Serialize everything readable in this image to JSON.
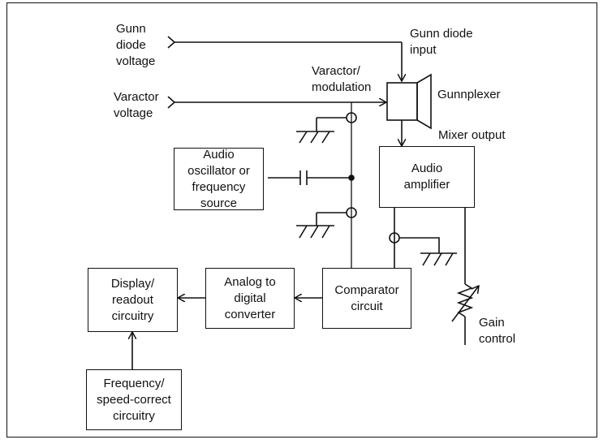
{
  "labels": {
    "gunn_diode_voltage": "Gunn\ndiode\nvoltage",
    "varactor_voltage": "Varactor\nvoltage",
    "gunn_diode_input": "Gunn diode\ninput",
    "varactor_modulation": "Varactor/\nmodulation",
    "gunnplexer": "Gunnplexer",
    "mixer_output": "Mixer output",
    "gain_control": "Gain\ncontrol"
  },
  "blocks": {
    "audio_oscillator": "Audio\noscillator or\nfrequency\nsource",
    "audio_amplifier": "Audio\namplifier",
    "comparator": "Comparator\ncircuit",
    "adc": "Analog to\ndigital\nconverter",
    "display": "Display/\nreadout\ncircuitry",
    "frequency_correct": "Frequency/\nspeed-correct\ncircuitry"
  }
}
